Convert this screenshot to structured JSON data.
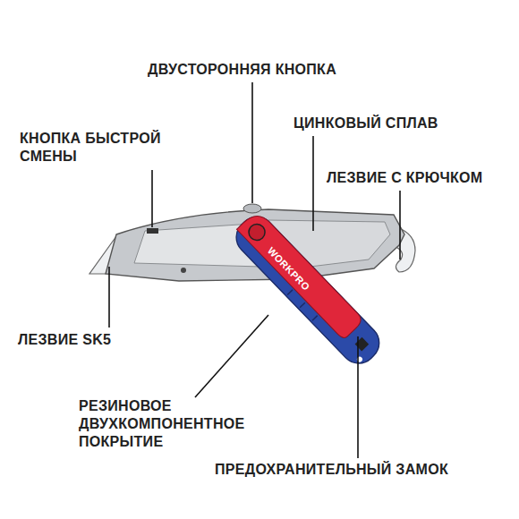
{
  "diagram": {
    "labels": [
      "ДВУСТОРОННЯЯ КНОПКА",
      "КНОПКА БЫСТРОЙ СМЕНЫ",
      "ЦИНКОВЫЙ СПЛАВ",
      "ЛЕЗВИЕ С КРЮЧКОМ",
      "WORKPRO",
      "ЛЕЗВИЕ SK5",
      "РЕЗИНОВОЕ ДВУХКОМПОНЕНТНОЕ ПОКРЫТИЕ",
      "ПРЕДОХРАНИТЕЛЬНЫЙ ЗАМОК"
    ]
  }
}
